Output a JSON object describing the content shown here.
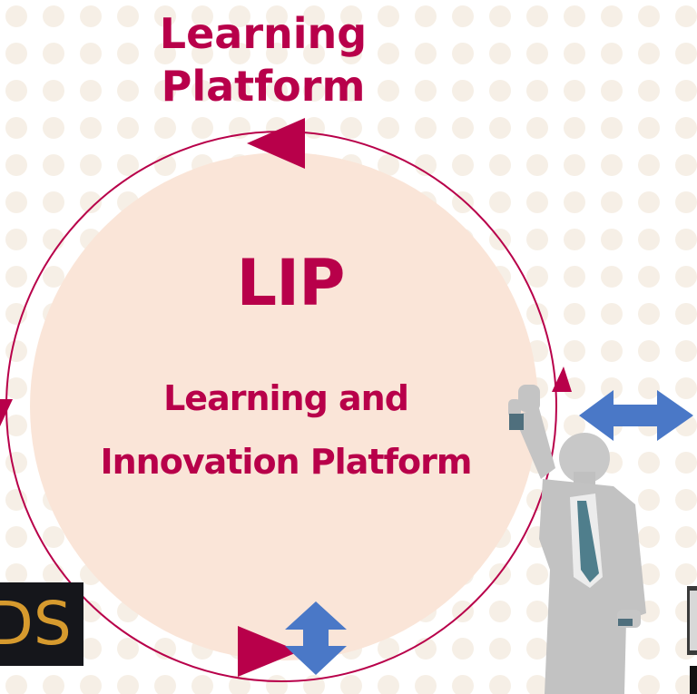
{
  "diagram": {
    "top_label_line1": "Learning",
    "top_label_line2": "Platform",
    "core_title": "LIP",
    "core_subtitle_line1": "Learning and",
    "core_subtitle_line2": "Innovation Platform",
    "logo_fragment_text": "DS"
  },
  "colors": {
    "accent": "#b8004a",
    "core_fill": "#fae5d8",
    "dot_pattern": "#f6efe6",
    "double_arrow": "#4a78c7",
    "figure_suit": "#c2c2c2",
    "figure_tie": "#4f7e8c",
    "logo_bg": "#15161b",
    "logo_text": "#d69a2e"
  },
  "icons": {
    "cycle_arrow": "triangle-arrow-icon",
    "exchange_arrow": "double-headed-arrow-icon",
    "person": "raised-fist-person-icon"
  }
}
